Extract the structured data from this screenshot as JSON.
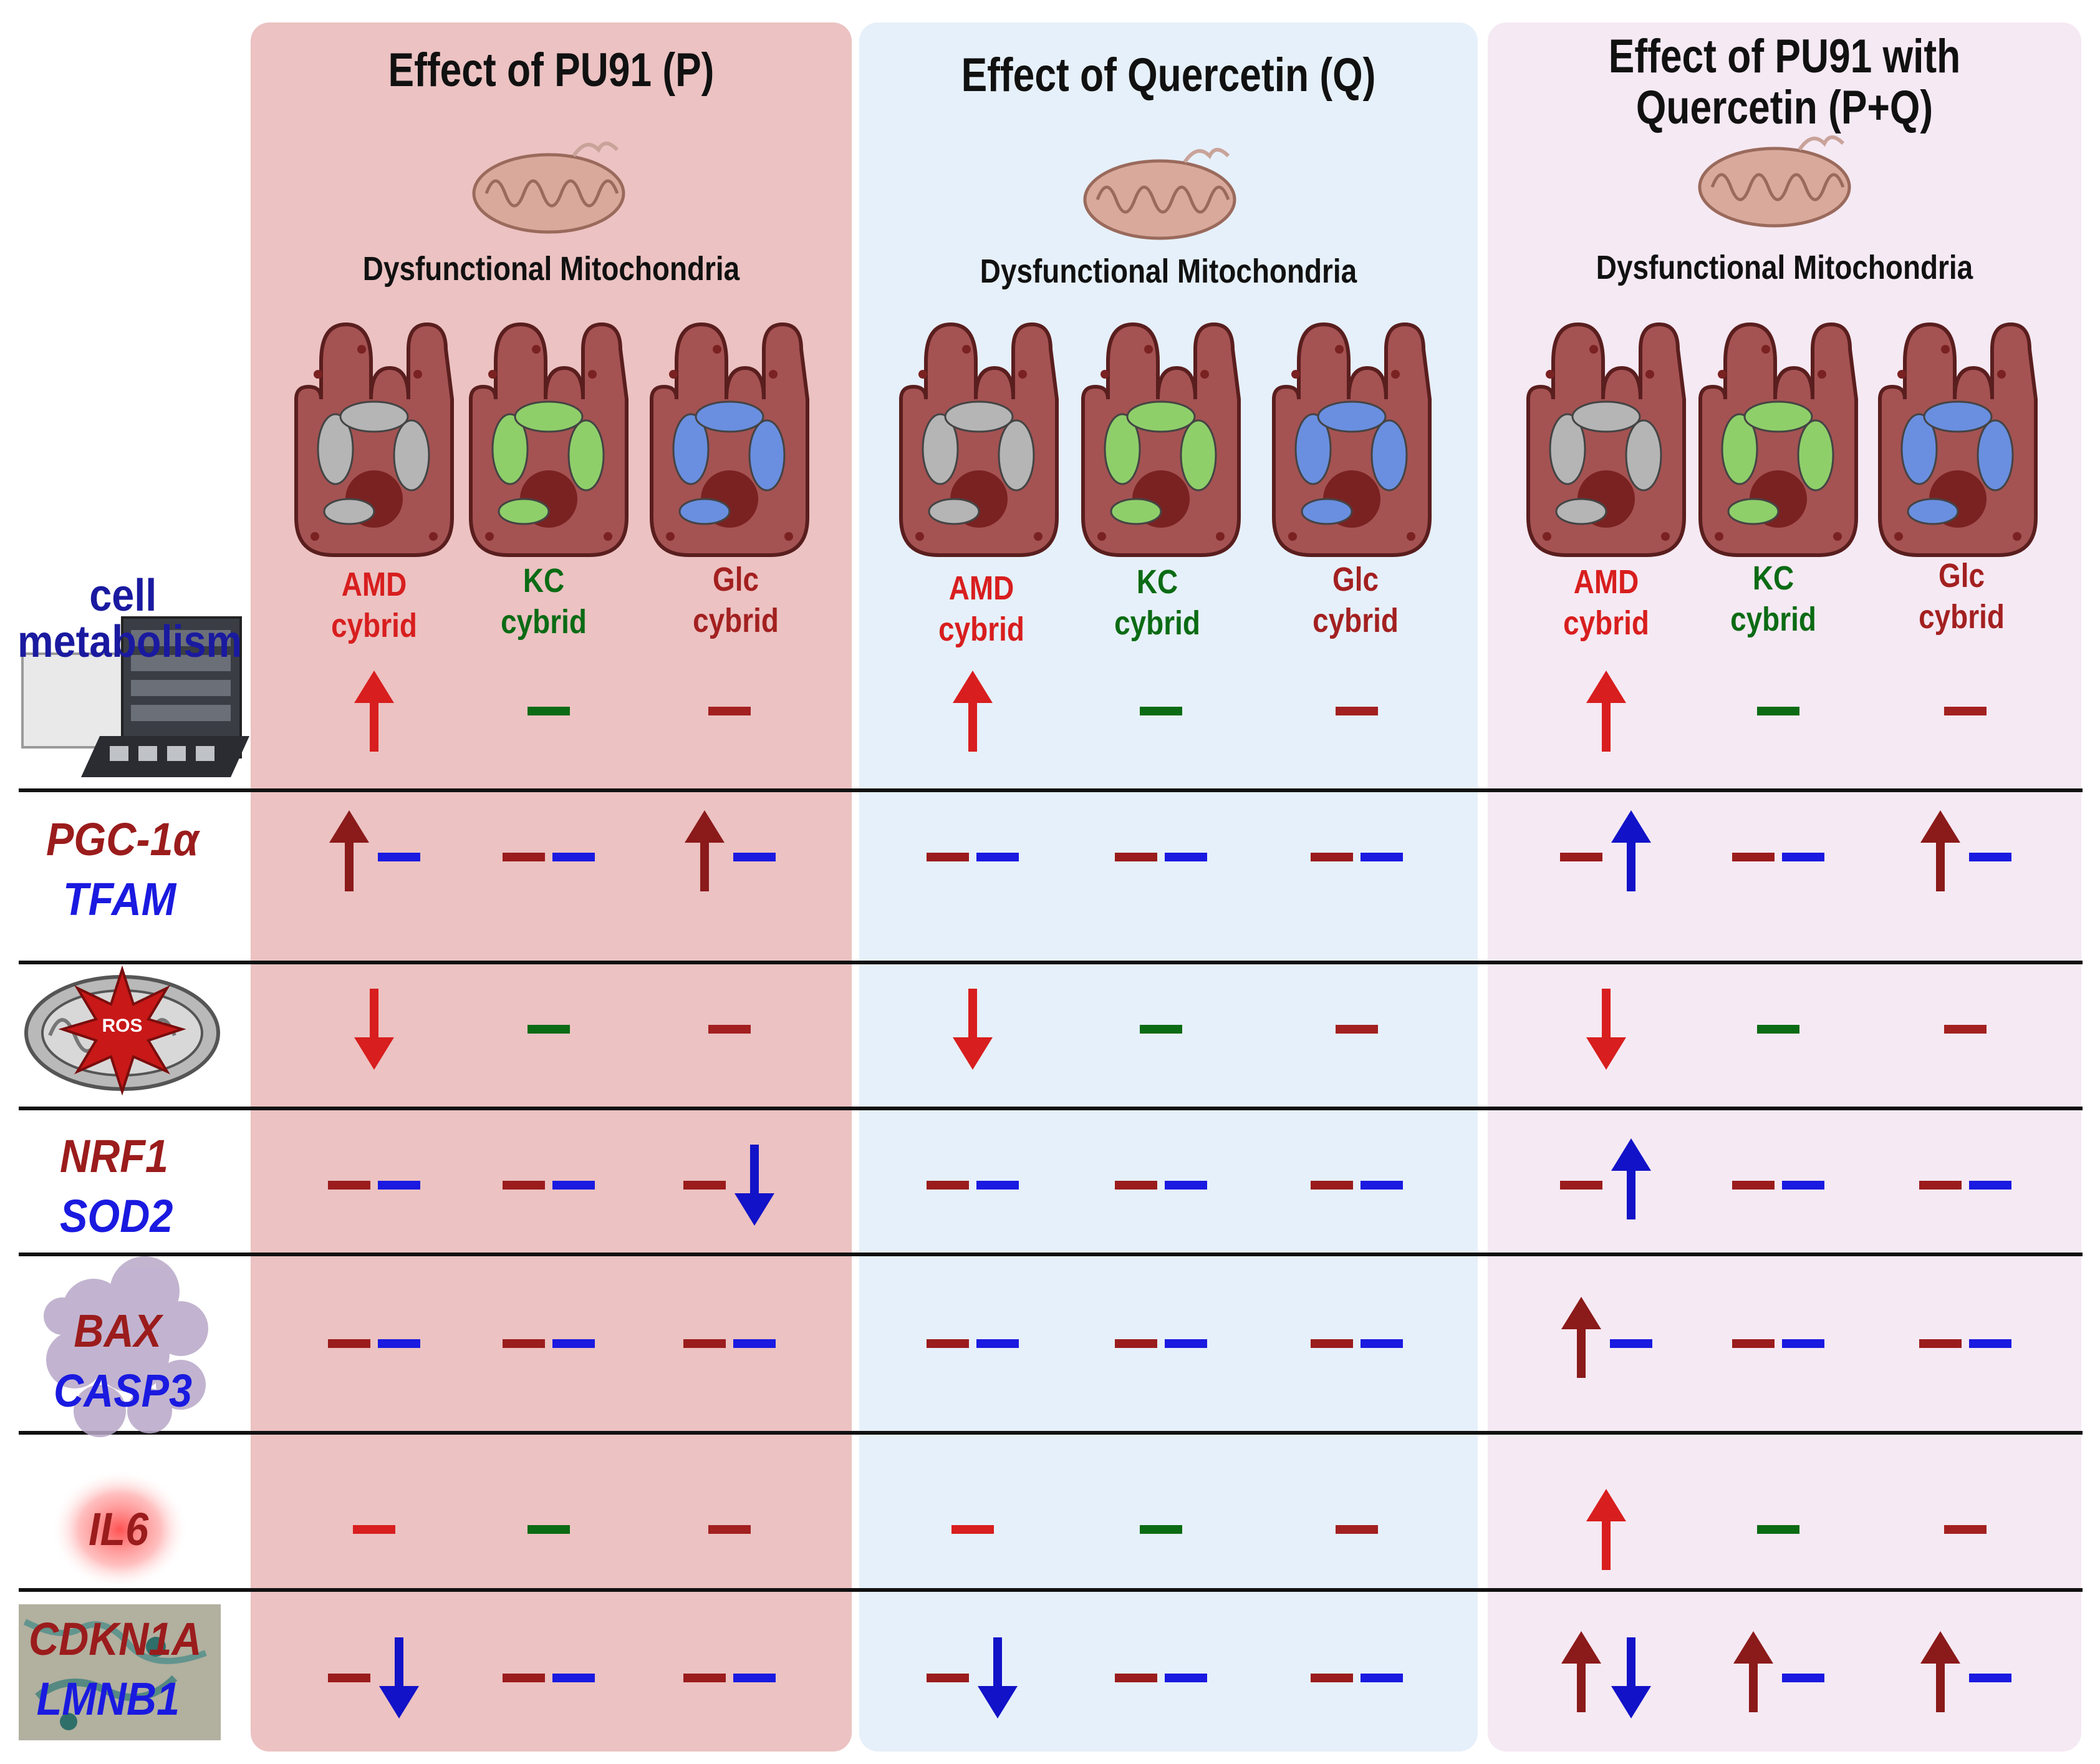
{
  "colors": {
    "panel_p": "#ecc2c2",
    "panel_q": "#e6f0fa",
    "panel_pq": "#f5e9f3",
    "amd": "#d81e1e",
    "kc": "#0b6b14",
    "glc": "#a32020",
    "gene1": "#9b1c1c",
    "gene2": "#1a1ae0",
    "up_red": "#d81e1e",
    "dark_red": "#8b1a1a",
    "blue_arrow": "#1212c8",
    "green": "#0b6b14"
  },
  "panels": [
    {
      "title_line1": "Effect of PU91 (P)",
      "title_line2": "",
      "mito_label": "Dysfunctional Mitochondria"
    },
    {
      "title_line1": "Effect of Quercetin (Q)",
      "title_line2": "",
      "mito_label": "Dysfunctional Mitochondria"
    },
    {
      "title_line1": "Effect of PU91 with",
      "title_line2": "Quercetin (P+Q)",
      "mito_label": "Dysfunctional Mitochondria"
    }
  ],
  "cybrids": [
    {
      "line1": "AMD",
      "line2": "cybrid"
    },
    {
      "line1": "KC",
      "line2": "cybrid"
    },
    {
      "line1": "Glc",
      "line2": "cybrid"
    }
  ],
  "rows": [
    {
      "label1": "cell",
      "label2": "metabolism",
      "icon": "seahorse-analyzer-icon"
    },
    {
      "label1": "PGC-1α",
      "label2": "TFAM"
    },
    {
      "label1": "ROS",
      "label2": "",
      "icon": "mitochondria-ros-icon"
    },
    {
      "label1": "NRF1",
      "label2": "SOD2"
    },
    {
      "label1": "BAX",
      "label2": "CASP3",
      "icon": "apoptotic-cell-icon"
    },
    {
      "label1": "IL6",
      "label2": "",
      "icon": "inflammation-glow-icon"
    },
    {
      "label1": "CDKN1A",
      "label2": "LMNB1",
      "icon": "senescence-stain-icon"
    }
  ],
  "effects": [
    [
      "up",
      "none",
      "none",
      "up",
      "none",
      "none",
      "up",
      "none",
      "none"
    ],
    [
      "up|none",
      "none|none",
      "up|none",
      "none|none",
      "none|none",
      "none|none",
      "none|up",
      "none|none",
      "up|none"
    ],
    [
      "down",
      "none",
      "none",
      "down",
      "none",
      "none",
      "down",
      "none",
      "none"
    ],
    [
      "none|none",
      "none|none",
      "none|down",
      "none|none",
      "none|none",
      "none|none",
      "none|up",
      "none|none",
      "none|none"
    ],
    [
      "none|none",
      "none|none",
      "none|none",
      "none|none",
      "none|none",
      "none|none",
      "up|none",
      "none|none",
      "none|none"
    ],
    [
      "none",
      "none",
      "none",
      "none",
      "none",
      "none",
      "up",
      "none",
      "none"
    ],
    [
      "none|down",
      "none|none",
      "none|none",
      "none|down",
      "none|none",
      "none|none",
      "up|down",
      "up|none",
      "up|none"
    ]
  ]
}
